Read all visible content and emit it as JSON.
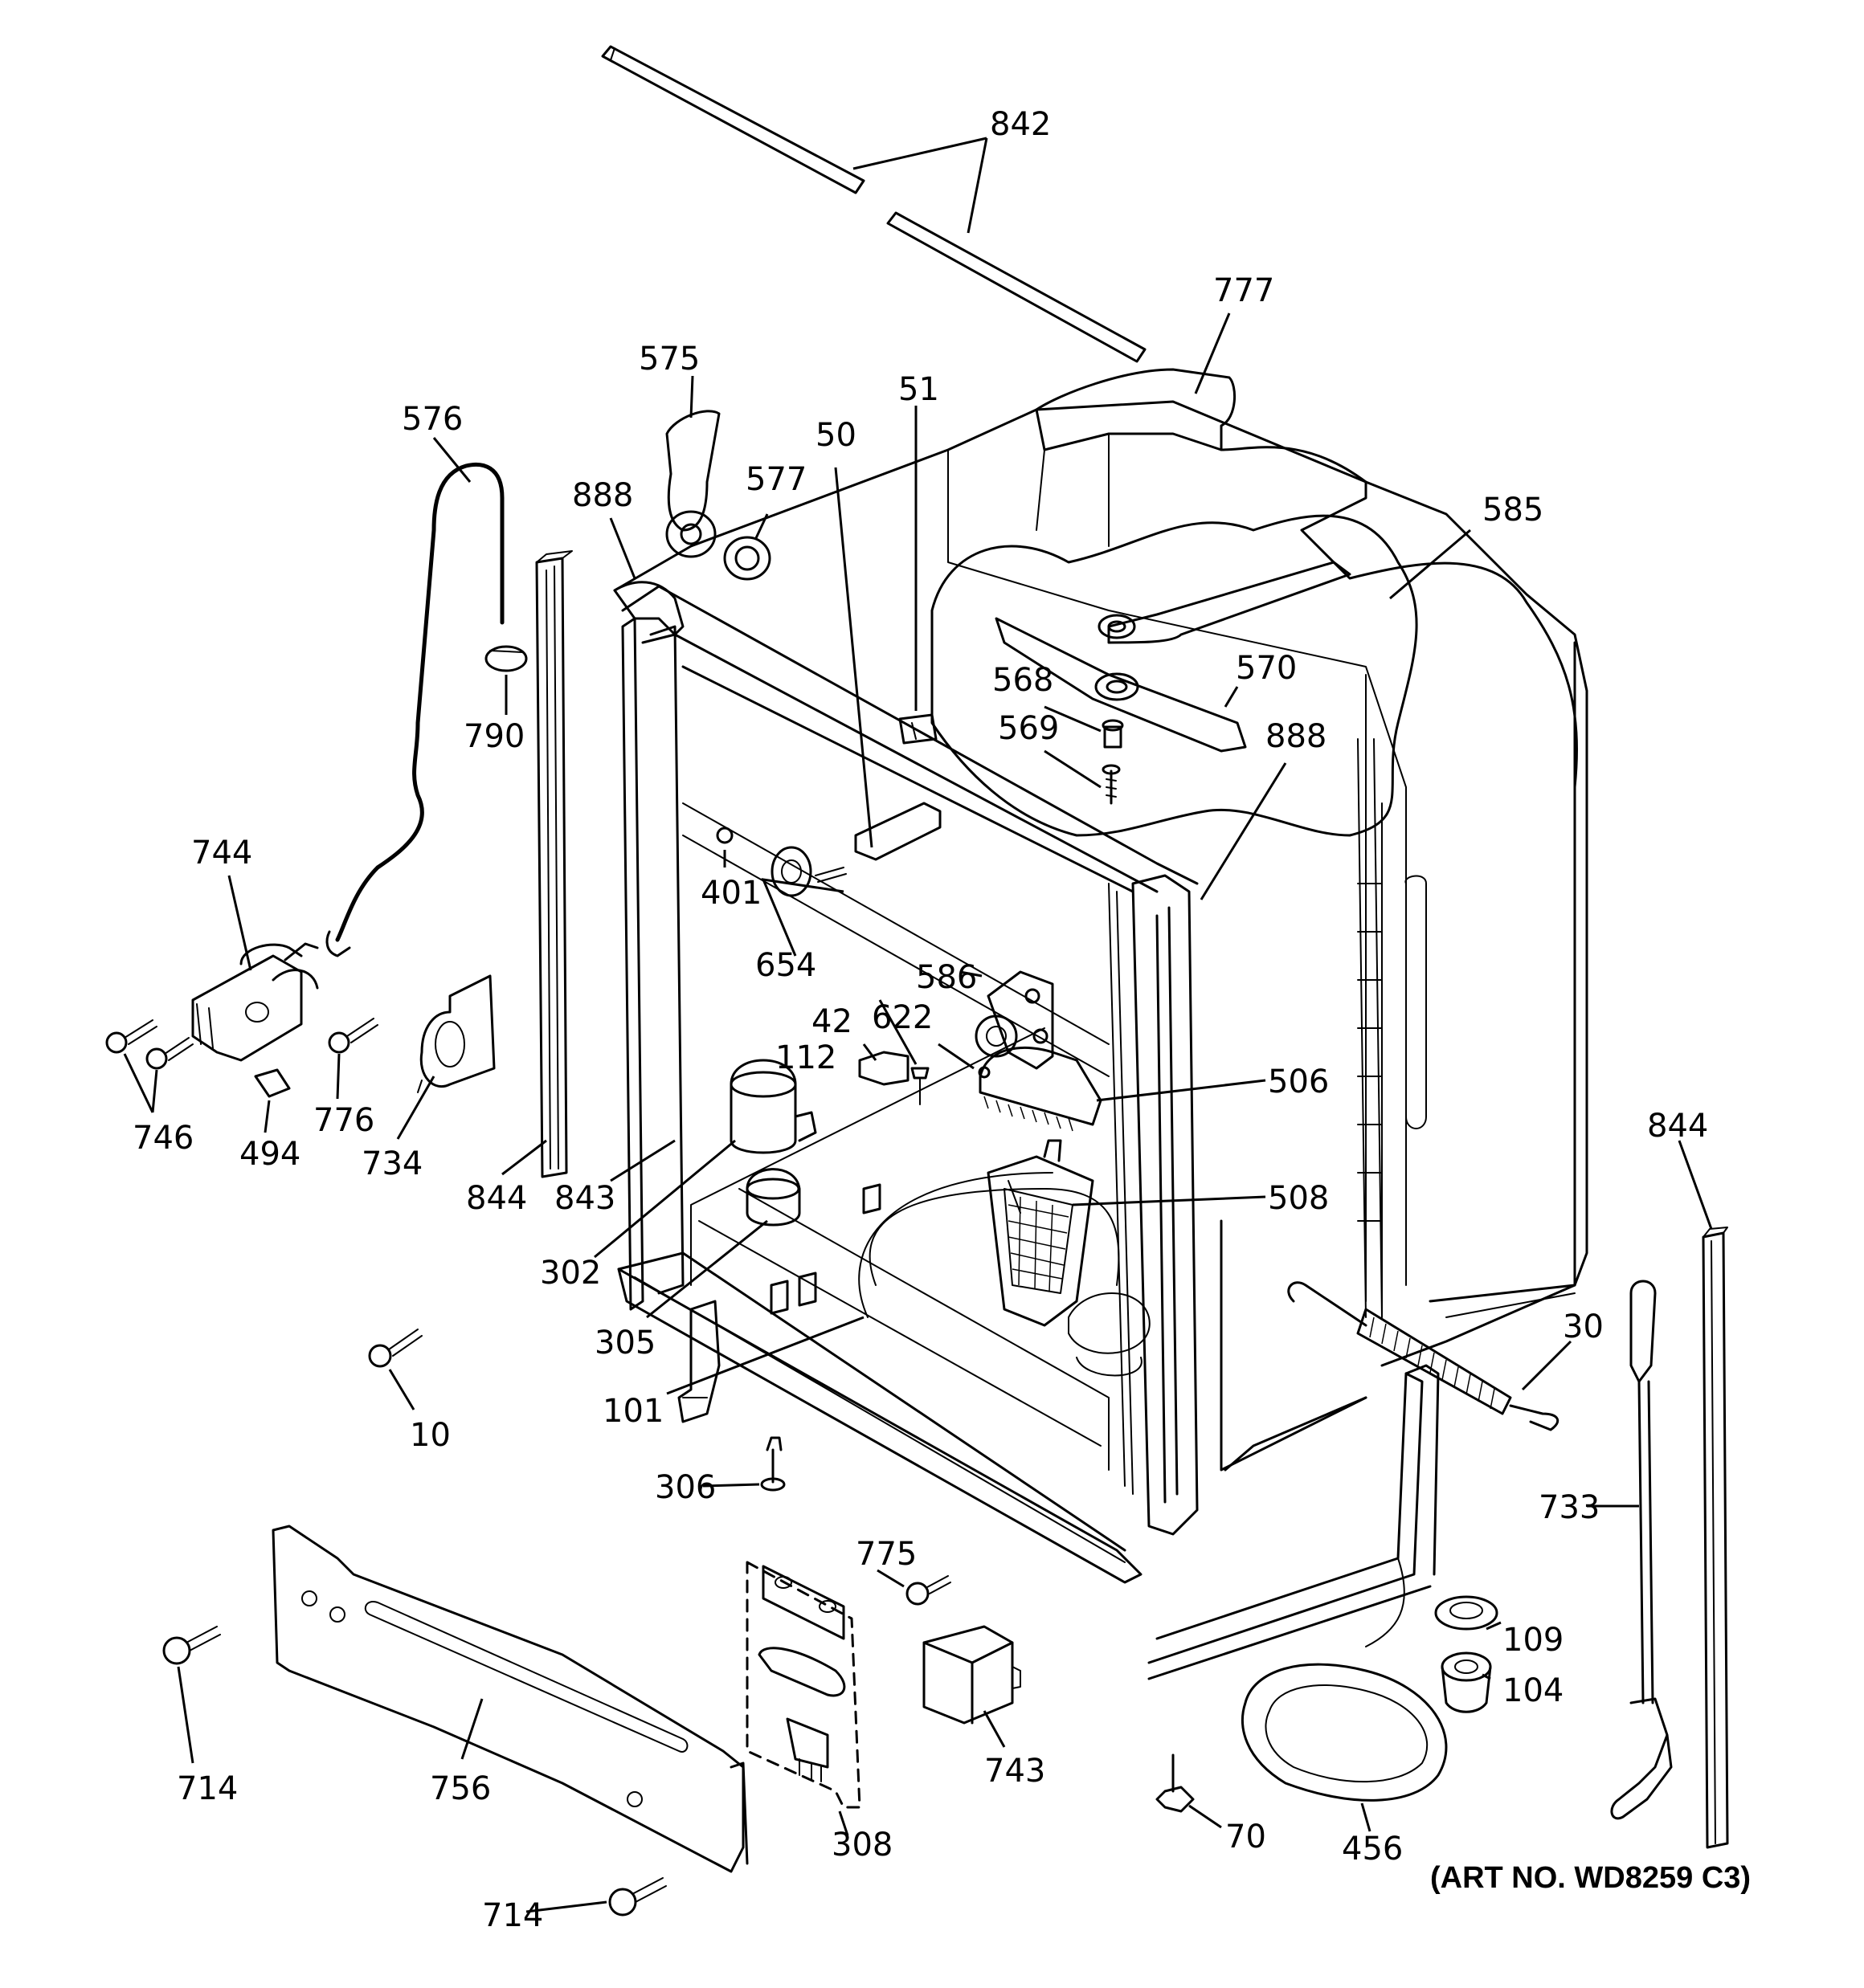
{
  "labels": {
    "l842": "842",
    "l777": "777",
    "l575": "575",
    "l576": "576",
    "l51": "51",
    "l50": "50",
    "l577": "577",
    "l888a": "888",
    "l585": "585",
    "l570": "570",
    "l568": "568",
    "l569": "569",
    "l888b": "888",
    "l790": "790",
    "l744": "744",
    "l401": "401",
    "l654": "654",
    "l586": "586",
    "l622": "622",
    "l42": "42",
    "l112": "112",
    "l746": "746",
    "l494": "494",
    "l776": "776",
    "l734": "734",
    "l506": "506",
    "l844a": "844",
    "l843": "843",
    "l508": "508",
    "l844b": "844",
    "l302": "302",
    "l305": "305",
    "l30": "30",
    "l101": "101",
    "l10": "10",
    "l306": "306",
    "l733": "733",
    "l775": "775",
    "l109": "109",
    "l104": "104",
    "l714a": "714",
    "l756": "756",
    "l743": "743",
    "l70": "70",
    "l456": "456",
    "l308": "308",
    "l714b": "714"
  },
  "art_number": "(ART NO. WD8259 C3)"
}
